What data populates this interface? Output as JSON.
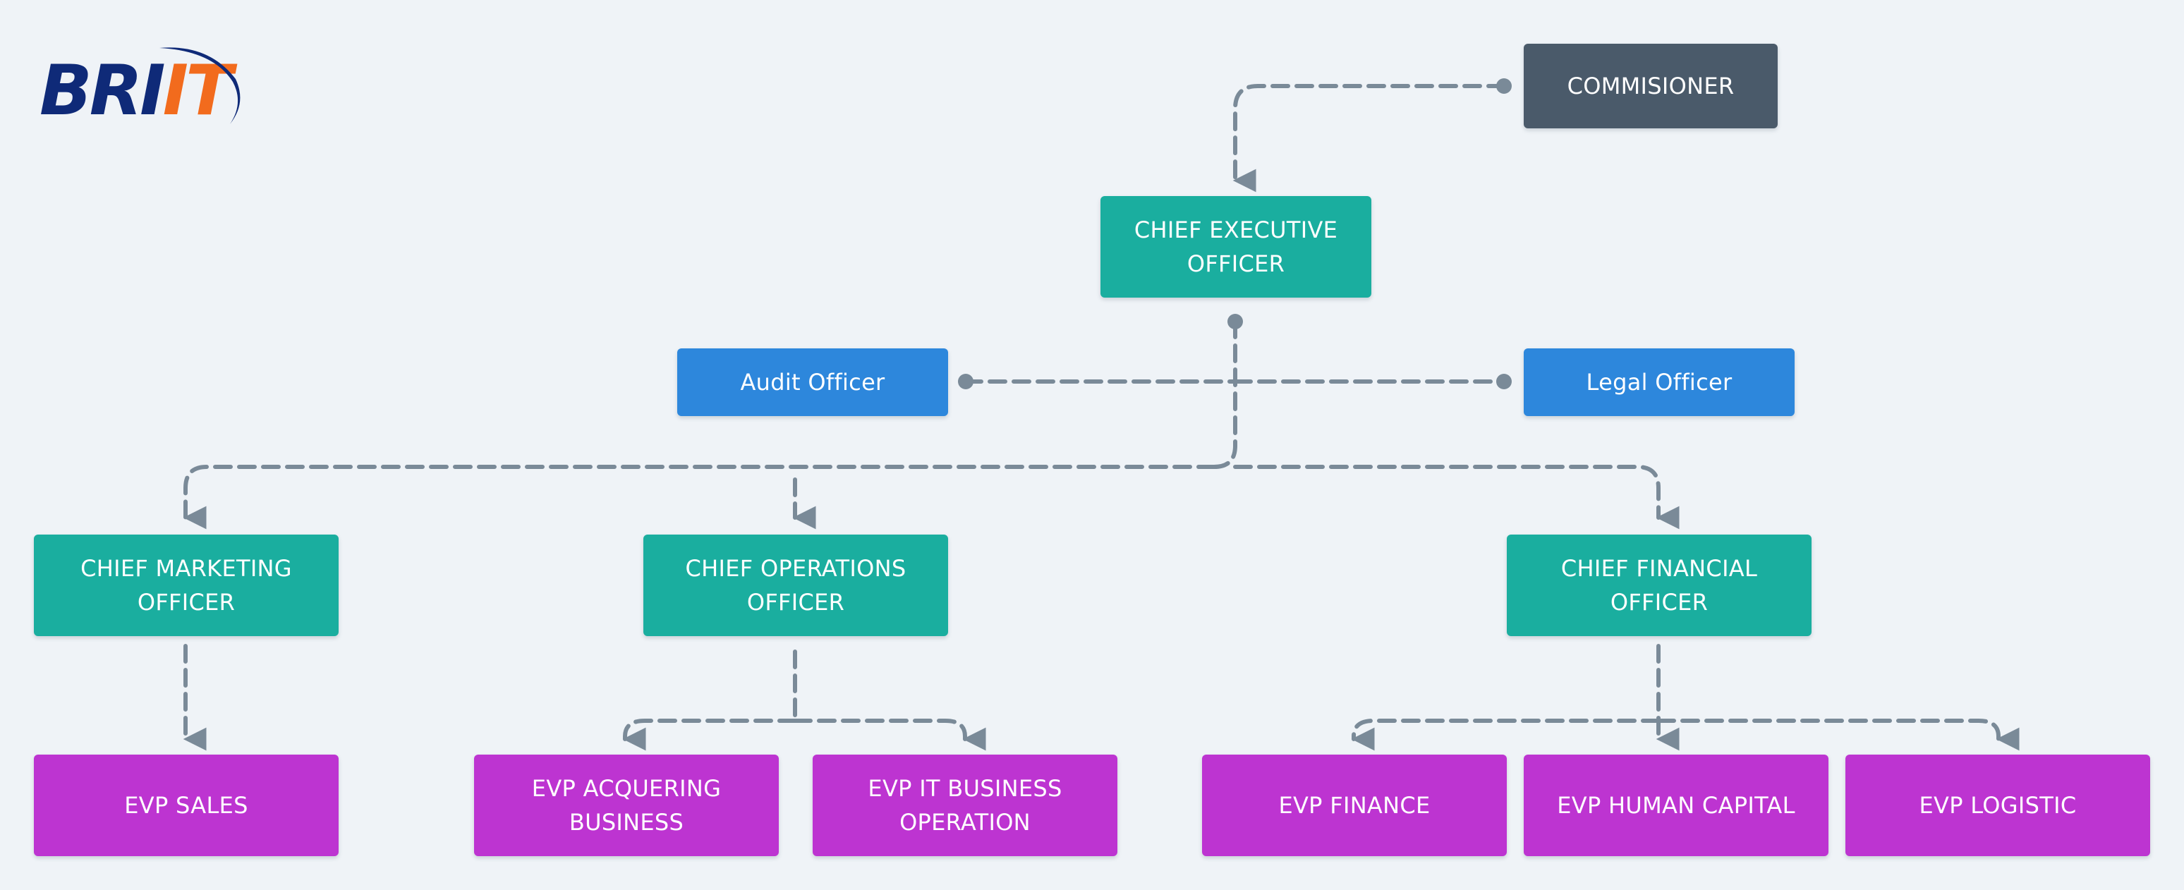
{
  "logo": {
    "text_primary": "BRI",
    "text_accent": "IT",
    "primary_color": "#0f2a78",
    "accent_color": "#f26b1d"
  },
  "colors": {
    "background": "#eff3f7",
    "connector": "#7a8a98",
    "commissioner": "#4a5a6a",
    "chief": "#1aae9f",
    "officer": "#2d87dc",
    "evp": "#bd34d1"
  },
  "nodes": {
    "commissioner": {
      "label": "COMMISIONER"
    },
    "ceo": {
      "line1": "CHIEF EXECUTIVE",
      "line2": "OFFICER"
    },
    "audit_officer": {
      "label": "Audit Officer"
    },
    "legal_officer": {
      "label": "Legal Officer"
    },
    "cmo": {
      "line1": "CHIEF MARKETING",
      "line2": "OFFICER"
    },
    "coo": {
      "line1": "CHIEF OPERATIONS",
      "line2": "OFFICER"
    },
    "cfo": {
      "line1": "CHIEF FINANCIAL",
      "line2": "OFFICER"
    },
    "evp_sales": {
      "label": "EVP SALES"
    },
    "evp_acquiring": {
      "line1": "EVP ACQUERING",
      "line2": "BUSINESS"
    },
    "evp_it_business": {
      "line1": "EVP IT BUSINESS",
      "line2": "OPERATION"
    },
    "evp_finance": {
      "label": "EVP FINANCE"
    },
    "evp_human_capital": {
      "label": "EVP HUMAN CAPITAL"
    },
    "evp_logistic": {
      "label": "EVP LOGISTIC"
    }
  },
  "connections": [
    {
      "from": "commissioner",
      "to": "ceo"
    },
    {
      "from": "ceo",
      "to": "audit_officer"
    },
    {
      "from": "ceo",
      "to": "legal_officer"
    },
    {
      "from": "ceo",
      "to": "cmo"
    },
    {
      "from": "ceo",
      "to": "coo"
    },
    {
      "from": "ceo",
      "to": "cfo"
    },
    {
      "from": "cmo",
      "to": "evp_sales"
    },
    {
      "from": "coo",
      "to": "evp_acquiring"
    },
    {
      "from": "coo",
      "to": "evp_it_business"
    },
    {
      "from": "cfo",
      "to": "evp_finance"
    },
    {
      "from": "cfo",
      "to": "evp_human_capital"
    },
    {
      "from": "cfo",
      "to": "evp_logistic"
    }
  ]
}
